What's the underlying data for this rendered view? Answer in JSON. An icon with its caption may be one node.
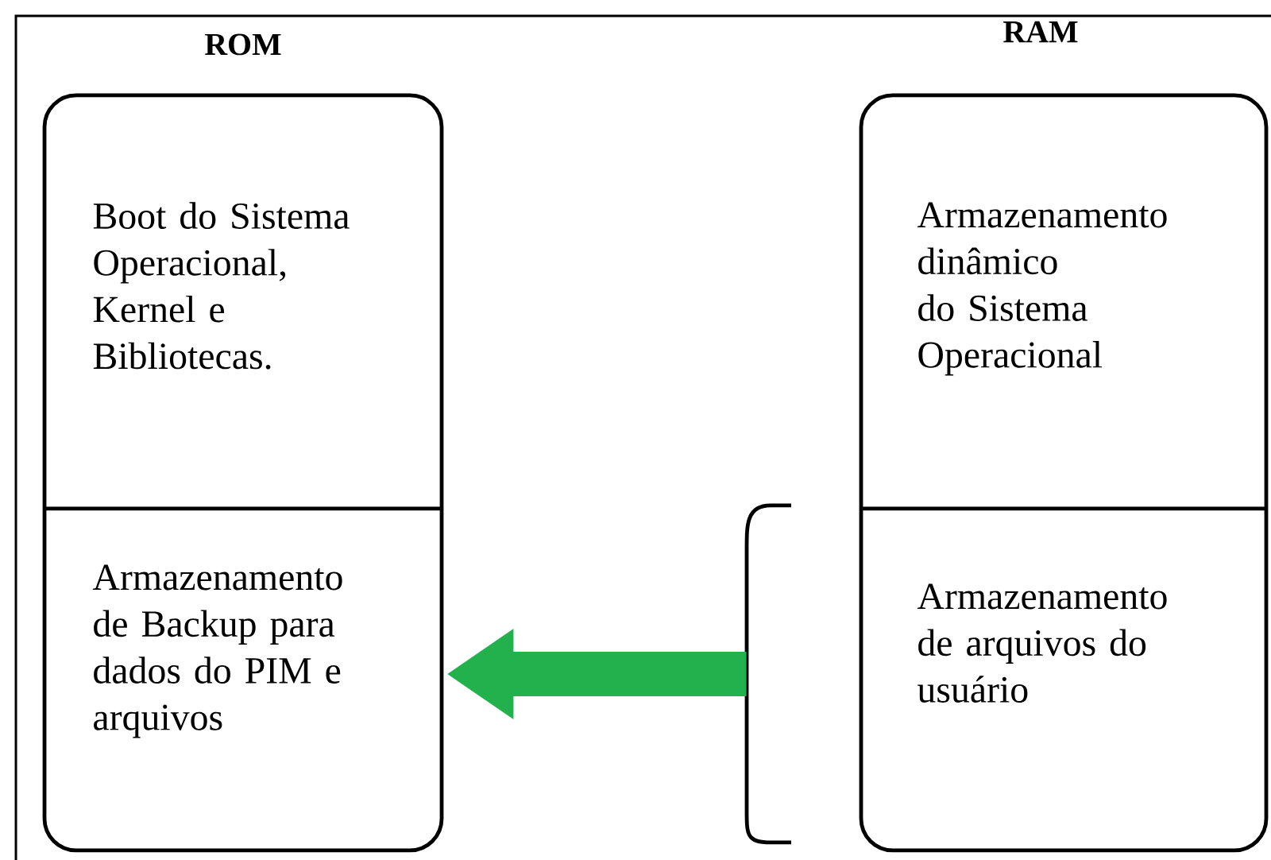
{
  "diagram": {
    "nodes": [
      {
        "text": [
          "ROM"
        ]
      },
      {
        "text": [
          "Boot do Sistema Operacional, Kernel e Bibliotecas."
        ],
        "in": 0
      },
      {
        "text": [
          "Armazenamento de Backup para dados do PIM e arquivos"
        ],
        "in": 0
      },
      {
        "text": [
          "RAM"
        ]
      },
      {
        "text": [
          "Armazenamento dinâmico do Sistema Operacional"
        ],
        "in": 3
      },
      {
        "text": [
          "Armazenamento de arquivos do usuário"
        ],
        "in": 3
      },
      {
        "text": [],
        "shape": "bracket"
      }
    ],
    "edges": [
      {
        "from": 6,
        "to": 0,
        "arrow": "to",
        "color": "#22b14c"
      }
    ]
  }
}
